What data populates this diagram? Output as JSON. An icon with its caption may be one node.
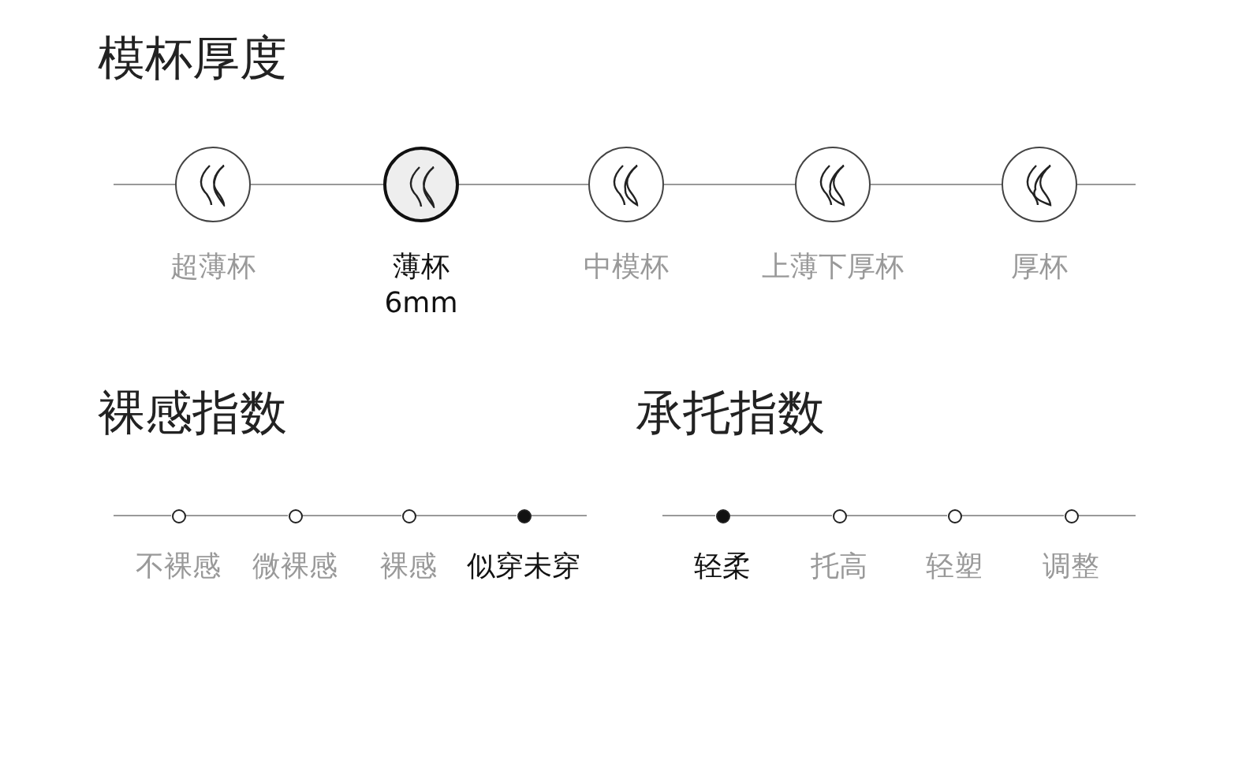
{
  "diagram": {
    "nodes": [
      {
        "text": [],
        "shape": "circle",
        "beside": [
          "超薄杯"
        ]
      },
      {
        "text": [],
        "shape": "circle",
        "beside": [
          "薄杯",
          "6mm"
        ]
      },
      {
        "text": [],
        "shape": "circle",
        "beside": [
          "中模杯"
        ]
      },
      {
        "text": [],
        "shape": "circle",
        "beside": [
          "上薄下厚杯"
        ]
      },
      {
        "text": [],
        "shape": "circle",
        "beside": [
          "厚杯"
        ]
      },
      {
        "text": [],
        "shape": "dot",
        "beside": [
          "不裸感"
        ]
      },
      {
        "text": [],
        "shape": "dot",
        "beside": [
          "微裸感"
        ]
      },
      {
        "text": [],
        "shape": "dot",
        "beside": [
          "裸感"
        ]
      },
      {
        "text": [],
        "shape": "dot",
        "beside": [
          "似穿未穿"
        ]
      },
      {
        "text": [],
        "shape": "dot",
        "beside": [
          "轻柔"
        ]
      },
      {
        "text": [],
        "shape": "dot",
        "beside": [
          "托高"
        ]
      },
      {
        "text": [],
        "shape": "dot",
        "beside": [
          "轻塑"
        ]
      },
      {
        "text": [],
        "shape": "dot",
        "beside": [
          "调整"
        ]
      }
    ],
    "edges": [
      {
        "from": null,
        "to": 0,
        "arrow": "none"
      },
      {
        "from": 0,
        "to": 1,
        "arrow": "none"
      },
      {
        "from": 1,
        "to": 2,
        "arrow": "none"
      },
      {
        "from": 2,
        "to": 3,
        "arrow": "none"
      },
      {
        "from": 3,
        "to": 4,
        "arrow": "none"
      },
      {
        "from": 4,
        "to": null,
        "arrow": "none"
      },
      {
        "from": null,
        "to": 5,
        "arrow": "none"
      },
      {
        "from": 5,
        "to": 6,
        "arrow": "none"
      },
      {
        "from": 6,
        "to": 7,
        "arrow": "none"
      },
      {
        "from": 7,
        "to": 8,
        "arrow": "none"
      },
      {
        "from": 8,
        "to": null,
        "arrow": "none"
      },
      {
        "from": null,
        "to": 9,
        "arrow": "none"
      },
      {
        "from": 9,
        "to": 10,
        "arrow": "none"
      },
      {
        "from": 10,
        "to": 11,
        "arrow": "none"
      },
      {
        "from": 11,
        "to": 12,
        "arrow": "none"
      },
      {
        "from": 12,
        "to": null,
        "arrow": "none"
      }
    ],
    "labels": [
      "模杯厚度",
      "裸感指数",
      "承托指数"
    ]
  }
}
